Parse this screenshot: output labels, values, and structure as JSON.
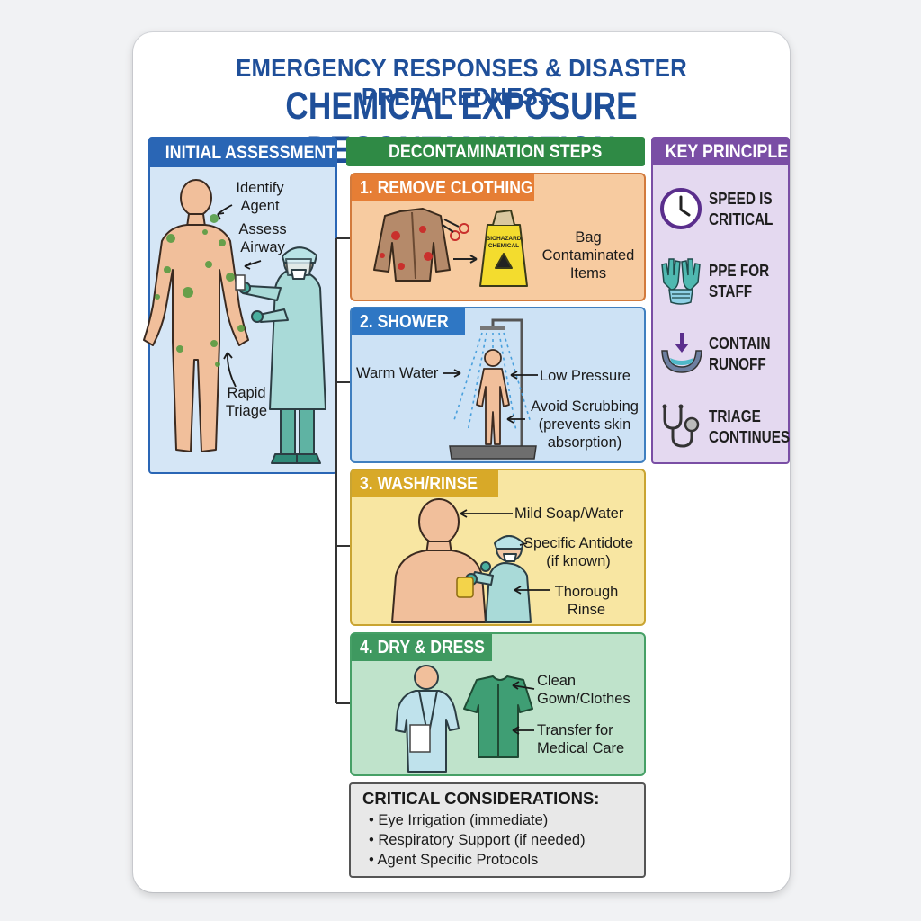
{
  "title": {
    "line1": "EMERGENCY RESPONSES & DISASTER PREPAREDNESS:",
    "line2": "CHEMICAL EXPOSURE DECONTAMINATION"
  },
  "assessment": {
    "header": "INITIAL ASSESSMENT",
    "identify_1": "Identify",
    "identify_2": "Agent",
    "airway_1": "Assess",
    "airway_2": "Airway",
    "triage_1": "Rapid",
    "triage_2": "Triage"
  },
  "steps": {
    "header": "DECONTAMINATION STEPS",
    "remove": {
      "title": "1. REMOVE CLOTHING",
      "bag_1": "Bag",
      "bag_2": "Contaminated",
      "bag_3": "Items",
      "bag_text_1": "BIOHAZARD",
      "bag_text_2": "CHEMICAL"
    },
    "shower": {
      "title": "2. SHOWER",
      "warm": "Warm Water",
      "low": "Low Pressure",
      "avoid_1": "Avoid Scrubbing",
      "avoid_2": "(prevents skin",
      "avoid_3": "absorption)"
    },
    "wash": {
      "title": "3. WASH/RINSE",
      "soap": "Mild Soap/Water",
      "antidote_1": "Specific Antidote",
      "antidote_2": "(if known)",
      "rinse_1": "Thorough",
      "rinse_2": "Rinse"
    },
    "dry": {
      "title": "4. DRY & DRESS",
      "clean_1": "Clean",
      "clean_2": "Gown/Clothes",
      "transfer_1": "Transfer for",
      "transfer_2": "Medical Care"
    }
  },
  "principles": {
    "header": "KEY PRINCIPLES:",
    "items": [
      {
        "line1": "SPEED IS",
        "line2": "CRITICAL",
        "icon": "clock-icon"
      },
      {
        "line1": "PPE FOR",
        "line2": "STAFF",
        "icon": "ppe-gloves-mask-icon"
      },
      {
        "line1": "CONTAIN",
        "line2": "RUNOFF",
        "icon": "runoff-basin-icon"
      },
      {
        "line1": "TRIAGE",
        "line2": "CONTINUES",
        "icon": "stethoscope-icon"
      }
    ]
  },
  "critical": {
    "title": "CRITICAL CONSIDERATIONS:",
    "items": [
      "Eye Irrigation (immediate)",
      "Respiratory Support (if needed)",
      "Agent Specific Protocols"
    ]
  },
  "colors": {
    "title_blue": "#1f4f99",
    "assessment_blue": "#2a66b5",
    "steps_green": "#2f8a45",
    "principles_purple": "#7a4ea5",
    "remove_orange": "#e67e35",
    "shower_blue": "#2f77c4",
    "wash_yellow": "#d8a928",
    "dry_green": "#3f9960"
  }
}
